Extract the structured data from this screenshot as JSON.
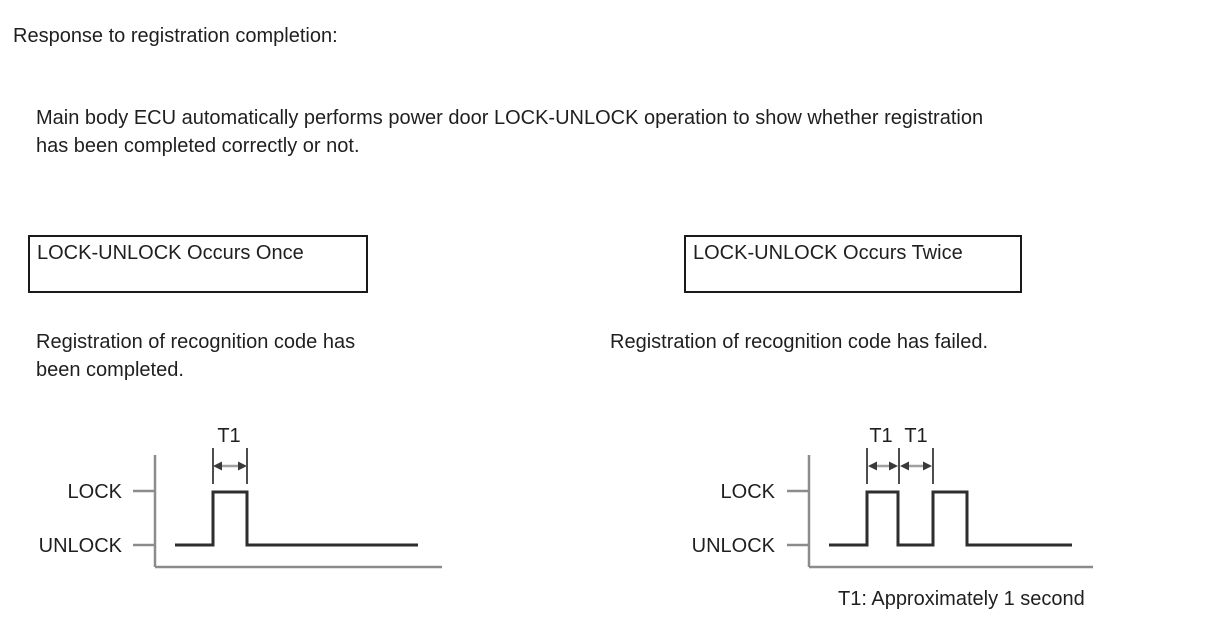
{
  "page": {
    "heading": "Response to registration completion:",
    "intro_lines": [
      "Main body ECU automatically performs power door LOCK-UNLOCK operation to show whether registration",
      "has been completed correctly or not."
    ]
  },
  "success_case": {
    "box_label": "LOCK-UNLOCK Occurs Once",
    "description_lines": [
      "Registration of recognition code has",
      "been completed."
    ],
    "diagram": {
      "type": "timing-waveform",
      "high_label": "LOCK",
      "low_label": "UNLOCK",
      "pulses": 1,
      "interval_labels": [
        "T1"
      ]
    }
  },
  "failure_case": {
    "box_label": "LOCK-UNLOCK Occurs Twice",
    "description_lines": [
      "Registration of recognition code has failed."
    ],
    "diagram": {
      "type": "timing-waveform",
      "high_label": "LOCK",
      "low_label": "UNLOCK",
      "pulses": 2,
      "interval_labels": [
        "T1",
        "T1"
      ]
    }
  },
  "footnote": "T1: Approximately 1 second",
  "icons": {
    "dimension_arrow": "double-headed-horizontal-arrow"
  },
  "colors": {
    "background": "#ffffff",
    "text": "#1f1f1f",
    "box_border": "#1a1a1a",
    "waveform": "#2e2e2e",
    "axis": "#8c8c8c",
    "dimension_tick": "#4d4d4d",
    "arrow_shaft": "#a0a0a0",
    "arrow_head": "#3a3a3a"
  }
}
